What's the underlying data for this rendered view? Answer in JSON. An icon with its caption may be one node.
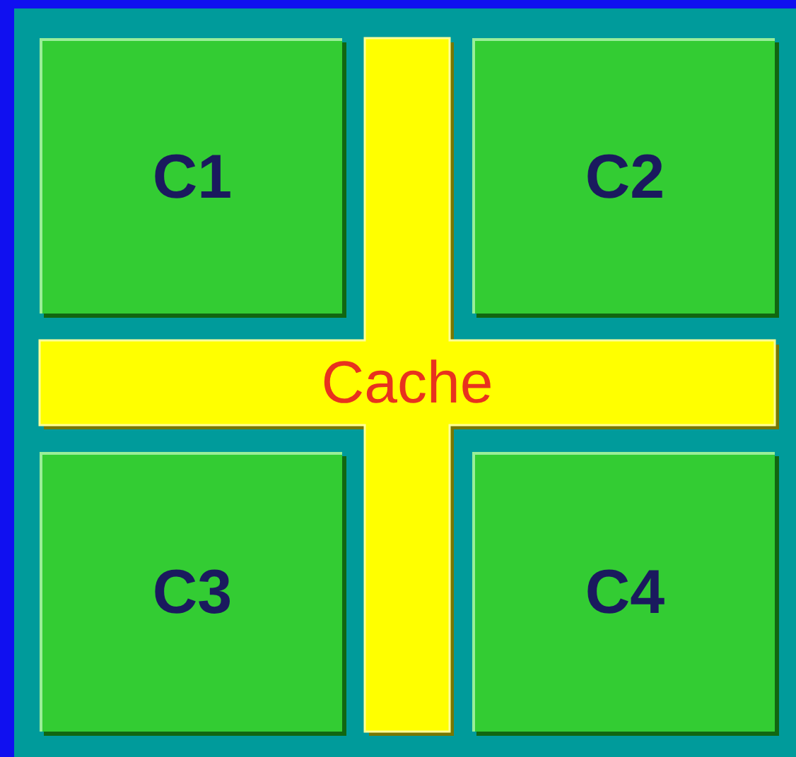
{
  "diagram": {
    "nodes": [
      {
        "text": [
          "C1"
        ]
      },
      {
        "text": [
          "C2"
        ]
      },
      {
        "text": [
          "Cache"
        ]
      },
      {
        "text": [
          "C3"
        ]
      },
      {
        "text": [
          "C4"
        ]
      }
    ]
  }
}
